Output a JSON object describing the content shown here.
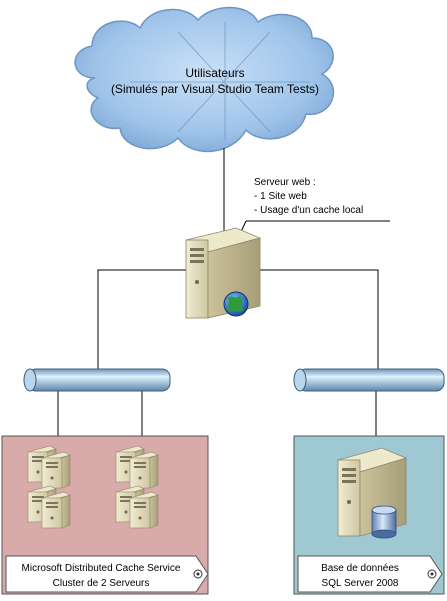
{
  "cloud": {
    "line1": "Utilisateurs",
    "line2": "(Simulés par Visual Studio Team Tests)"
  },
  "webserver": {
    "title": "Serveur web :",
    "item1": "- 1 Site web",
    "item2": "- Usage d'un cache local"
  },
  "cache_cluster": {
    "line1": "Microsoft Distributed Cache Service",
    "line2": "Cluster de 2 Serveurs"
  },
  "database": {
    "line1": "Base de données",
    "line2": "SQL Server 2008"
  },
  "colors": {
    "cloud": "#9fc4ea",
    "cache_box": "#d9aaaa",
    "db_box": "#9ec9d3",
    "pipe": "#a9cde3",
    "server_body": "#e5dfc0"
  },
  "icons": [
    "cloud-icon",
    "web-server-icon",
    "globe-icon",
    "network-segment-icon",
    "server-icon",
    "database-server-icon",
    "database-cylinder-icon"
  ]
}
